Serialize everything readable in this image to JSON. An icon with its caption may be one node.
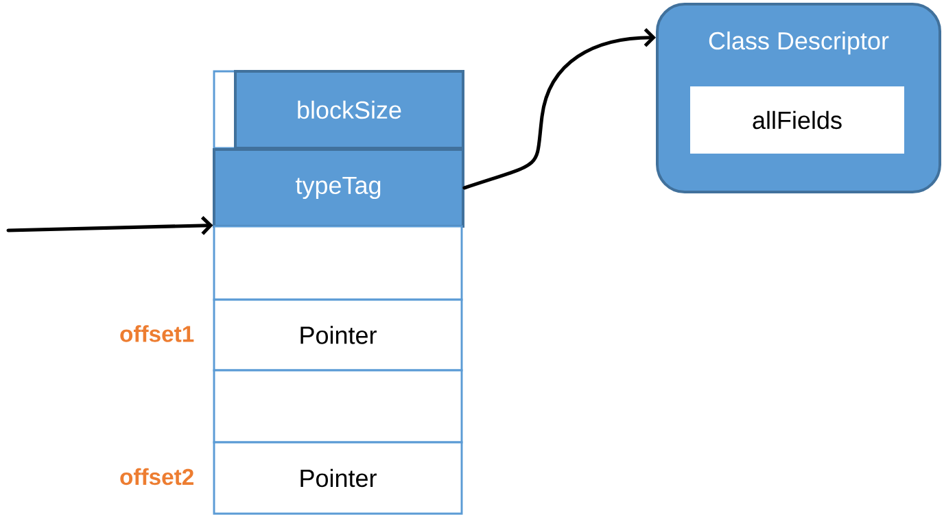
{
  "diagram": {
    "nodes": [
      {
        "text": [],
        "shape": "box"
      },
      {
        "text": [
          "blockSize"
        ]
      },
      {
        "text": [
          "typeTag"
        ]
      },
      {
        "text": [],
        "shape": "box"
      },
      {
        "text": [
          "Pointer"
        ],
        "beside": [
          "offset1"
        ]
      },
      {
        "text": [],
        "shape": "box"
      },
      {
        "text": [
          "Pointer"
        ],
        "beside": [
          "offset2"
        ]
      },
      {
        "text": [
          "Class Descriptor"
        ]
      },
      {
        "text": [
          "allFields"
        ],
        "in": 7
      }
    ],
    "edges": [
      {
        "from": null,
        "to": 3,
        "arrow": "to"
      },
      {
        "from": 2,
        "to": 7,
        "arrow": "to"
      }
    ]
  }
}
